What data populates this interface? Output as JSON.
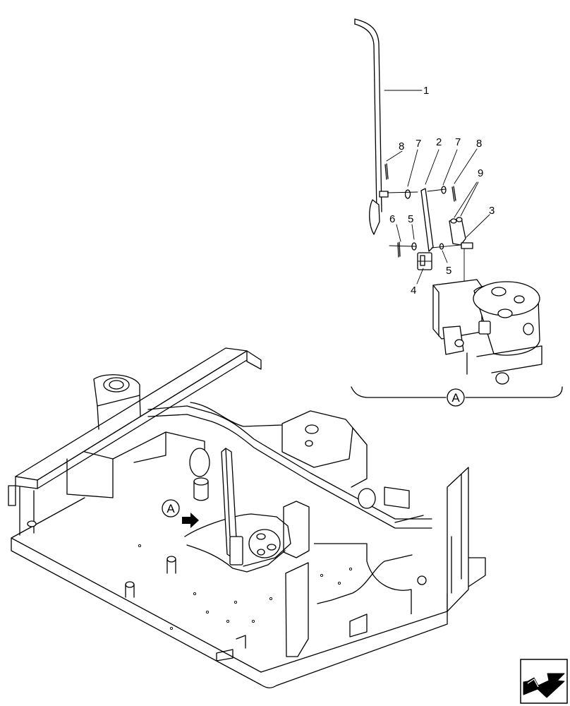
{
  "part_labels": [
    "1",
    "2",
    "3",
    "4",
    "5",
    "5",
    "6",
    "7",
    "7",
    "8",
    "8",
    "9"
  ],
  "detail_callout": "A",
  "view_callout": "A",
  "nav_icon": "return-arrow-icon"
}
